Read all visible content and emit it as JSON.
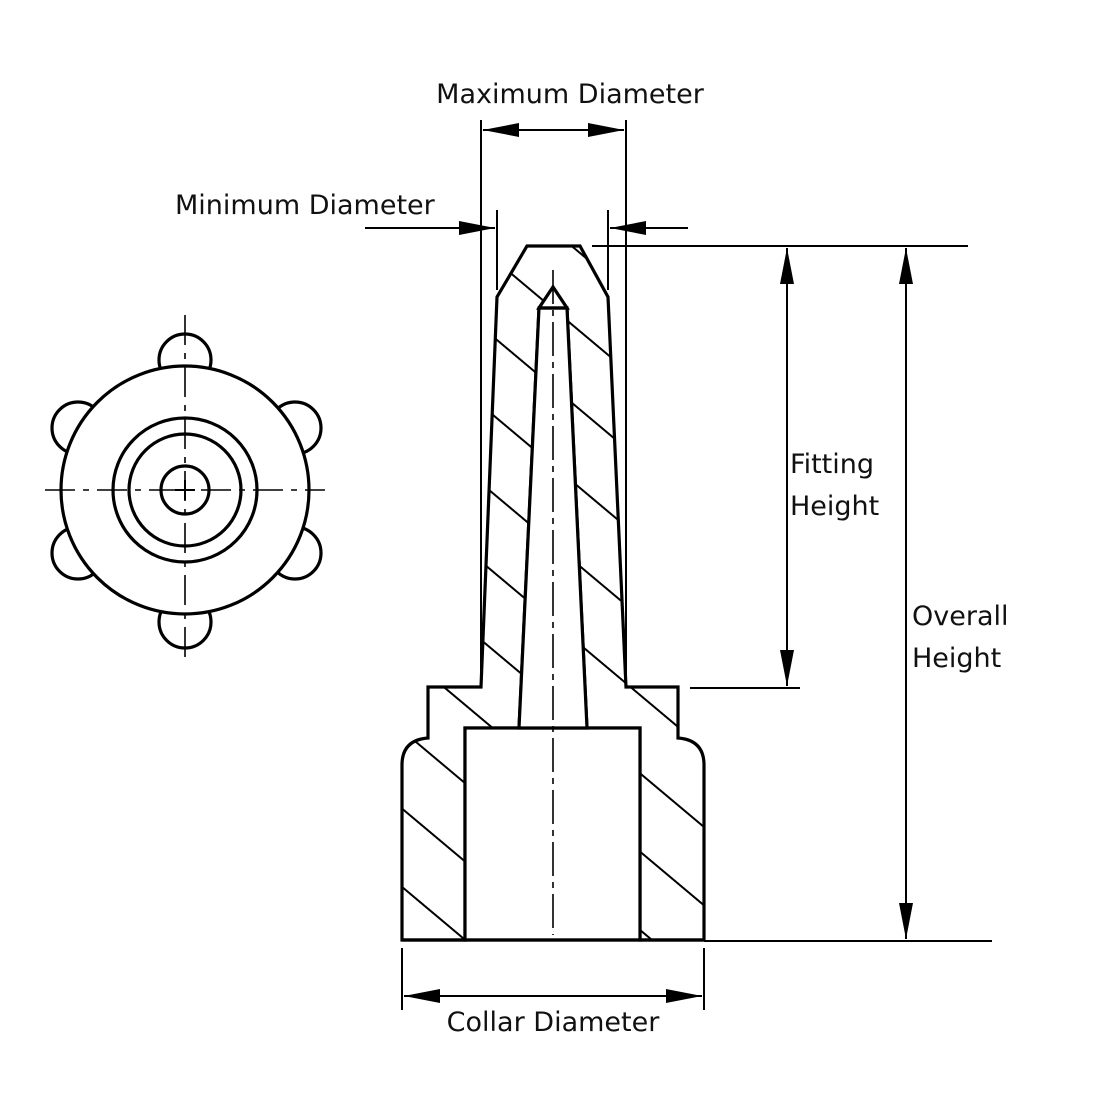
{
  "labels": {
    "maximum_diameter": "Maximum Diameter",
    "minimum_diameter": "Minimum Diameter",
    "fitting_height_line1": "Fitting",
    "fitting_height_line2": "Height",
    "overall_height_line1": "Overall",
    "overall_height_line2": "Height",
    "collar_diameter": "Collar Diameter"
  },
  "colors": {
    "line": "#000000",
    "background": "#ffffff"
  }
}
